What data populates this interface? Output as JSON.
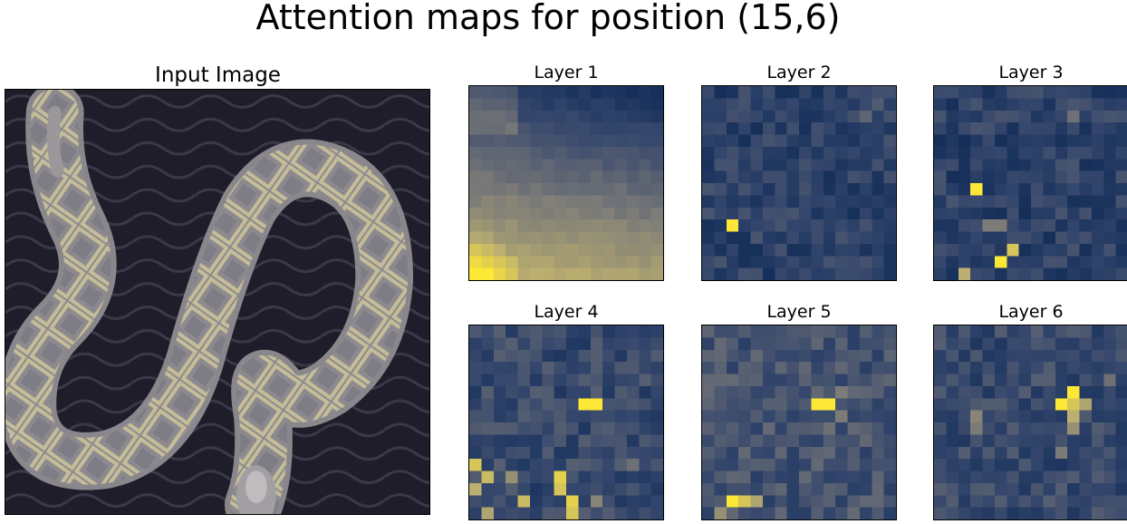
{
  "figure": {
    "title": "Attention maps for position (15,6)"
  },
  "input_panel": {
    "title": "Input Image"
  },
  "chart_data": {
    "type": "heatmap",
    "title": "Attention maps for position (15,6)",
    "grid_size": 16,
    "colormap": "cividis",
    "axes": "off",
    "maps": [
      {
        "title": "Layer 1",
        "low_value": 0.05,
        "hot": [
          [
            15,
            0,
            1.0
          ],
          [
            15,
            1,
            1.0
          ],
          [
            14,
            0,
            0.95
          ],
          [
            14,
            1,
            0.9
          ],
          [
            15,
            2,
            0.92
          ],
          [
            14,
            2,
            0.85
          ],
          [
            13,
            0,
            0.85
          ],
          [
            13,
            1,
            0.8
          ],
          [
            15,
            3,
            0.85
          ],
          [
            12,
            0,
            0.72
          ],
          [
            12,
            1,
            0.7
          ],
          [
            14,
            3,
            0.8
          ],
          [
            13,
            2,
            0.75
          ]
        ]
      },
      {
        "title": "Layer 2",
        "low_value": 0.1,
        "hot": [
          [
            11,
            2,
            1.0
          ],
          [
            2,
            13,
            0.4
          ],
          [
            1,
            14,
            0.35
          ],
          [
            6,
            8,
            0.3
          ]
        ]
      },
      {
        "title": "Layer 3",
        "low_value": 0.1,
        "hot": [
          [
            8,
            3,
            1.0
          ],
          [
            14,
            5,
            1.0
          ],
          [
            13,
            6,
            0.85
          ],
          [
            15,
            2,
            0.75
          ],
          [
            11,
            4,
            0.5
          ],
          [
            11,
            5,
            0.5
          ],
          [
            2,
            11,
            0.45
          ]
        ]
      },
      {
        "title": "Layer 4",
        "low_value": 0.15,
        "hot": [
          [
            6,
            9,
            1.0
          ],
          [
            6,
            10,
            1.0
          ],
          [
            11,
            0,
            0.85
          ],
          [
            12,
            1,
            0.8
          ],
          [
            12,
            7,
            0.9
          ],
          [
            13,
            7,
            0.85
          ],
          [
            14,
            8,
            0.9
          ],
          [
            14,
            4,
            0.8
          ],
          [
            15,
            8,
            0.85
          ],
          [
            15,
            1,
            0.7
          ],
          [
            13,
            0,
            0.75
          ],
          [
            12,
            3,
            0.6
          ],
          [
            11,
            13,
            0.45
          ],
          [
            14,
            10,
            0.55
          ]
        ]
      },
      {
        "title": "Layer 5",
        "low_value": 0.2,
        "hot": [
          [
            6,
            9,
            1.0
          ],
          [
            6,
            10,
            1.0
          ],
          [
            14,
            2,
            1.0
          ],
          [
            14,
            3,
            0.85
          ],
          [
            14,
            4,
            0.7
          ],
          [
            15,
            1,
            0.6
          ],
          [
            5,
            11,
            0.5
          ],
          [
            7,
            11,
            0.5
          ],
          [
            8,
            10,
            0.45
          ]
        ]
      },
      {
        "title": "Layer 6",
        "low_value": 0.15,
        "hot": [
          [
            5,
            11,
            1.0
          ],
          [
            6,
            10,
            1.0
          ],
          [
            6,
            11,
            0.85
          ],
          [
            6,
            12,
            0.7
          ],
          [
            7,
            11,
            0.75
          ],
          [
            8,
            11,
            0.6
          ],
          [
            7,
            3,
            0.55
          ],
          [
            8,
            3,
            0.5
          ],
          [
            10,
            10,
            0.5
          ],
          [
            4,
            14,
            0.45
          ]
        ]
      }
    ]
  }
}
